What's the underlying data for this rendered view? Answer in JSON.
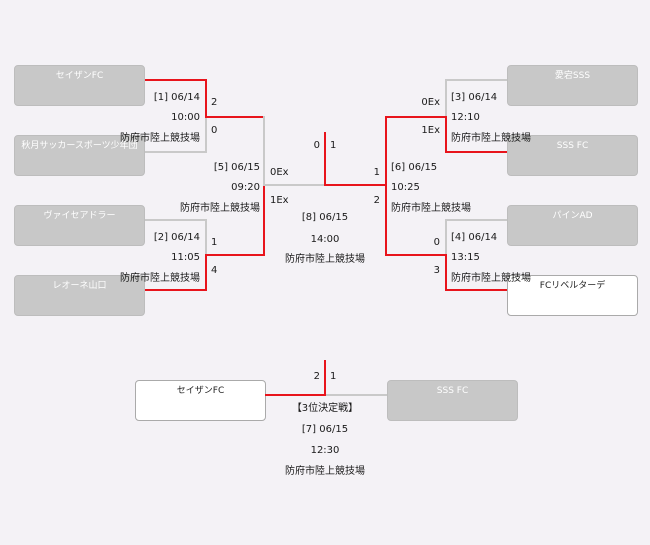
{
  "teams": {
    "left_1": "セイザンFC",
    "left_2": "秋月サッカースポーツ少年団",
    "left_3": "ヴァイセアドラー",
    "left_4": "レオーネ山口",
    "right_1": "愛宕SSS",
    "right_2": "SSS FC",
    "right_3": "パインAD",
    "right_4": "FCリベルターデ",
    "third_left": "セイザンFC",
    "third_right": "SSS FC"
  },
  "matches": {
    "m1": {
      "label": "[1] 06/14",
      "time": "10:00",
      "venue": "防府市陸上競技場",
      "score_top": "2",
      "score_bottom": "0"
    },
    "m2": {
      "label": "[2] 06/14",
      "time": "11:05",
      "venue": "防府市陸上競技場",
      "score_top": "1",
      "score_bottom": "4"
    },
    "m3": {
      "label": "[3] 06/14",
      "time": "12:10",
      "venue": "防府市陸上競技場",
      "score_top": "0Ex",
      "score_bottom": "1Ex"
    },
    "m4": {
      "label": "[4] 06/14",
      "time": "13:15",
      "venue": "防府市陸上競技場",
      "score_top": "0",
      "score_bottom": "3"
    },
    "m5": {
      "label": "[5] 06/15",
      "time": "09:20",
      "venue": "防府市陸上競技場",
      "score_top": "0Ex",
      "score_bottom": "1Ex"
    },
    "m6": {
      "label": "[6] 06/15",
      "time": "10:25",
      "venue": "防府市陸上競技場",
      "score_top": "1",
      "score_bottom": "2"
    },
    "m8": {
      "label": "[8] 06/15",
      "time": "14:00",
      "venue": "防府市陸上競技場",
      "score_left": "0",
      "score_right": "1"
    },
    "m7": {
      "title": "【3位決定戦】",
      "label": "[7] 06/15",
      "time": "12:30",
      "venue": "防府市陸上競技場",
      "score_left": "2",
      "score_right": "1"
    }
  },
  "colors": {
    "winner_line": "#e8141c",
    "loser_line": "#c9c9c9",
    "team_box": "#c8c8c8",
    "winner_box": "#ffffff"
  }
}
